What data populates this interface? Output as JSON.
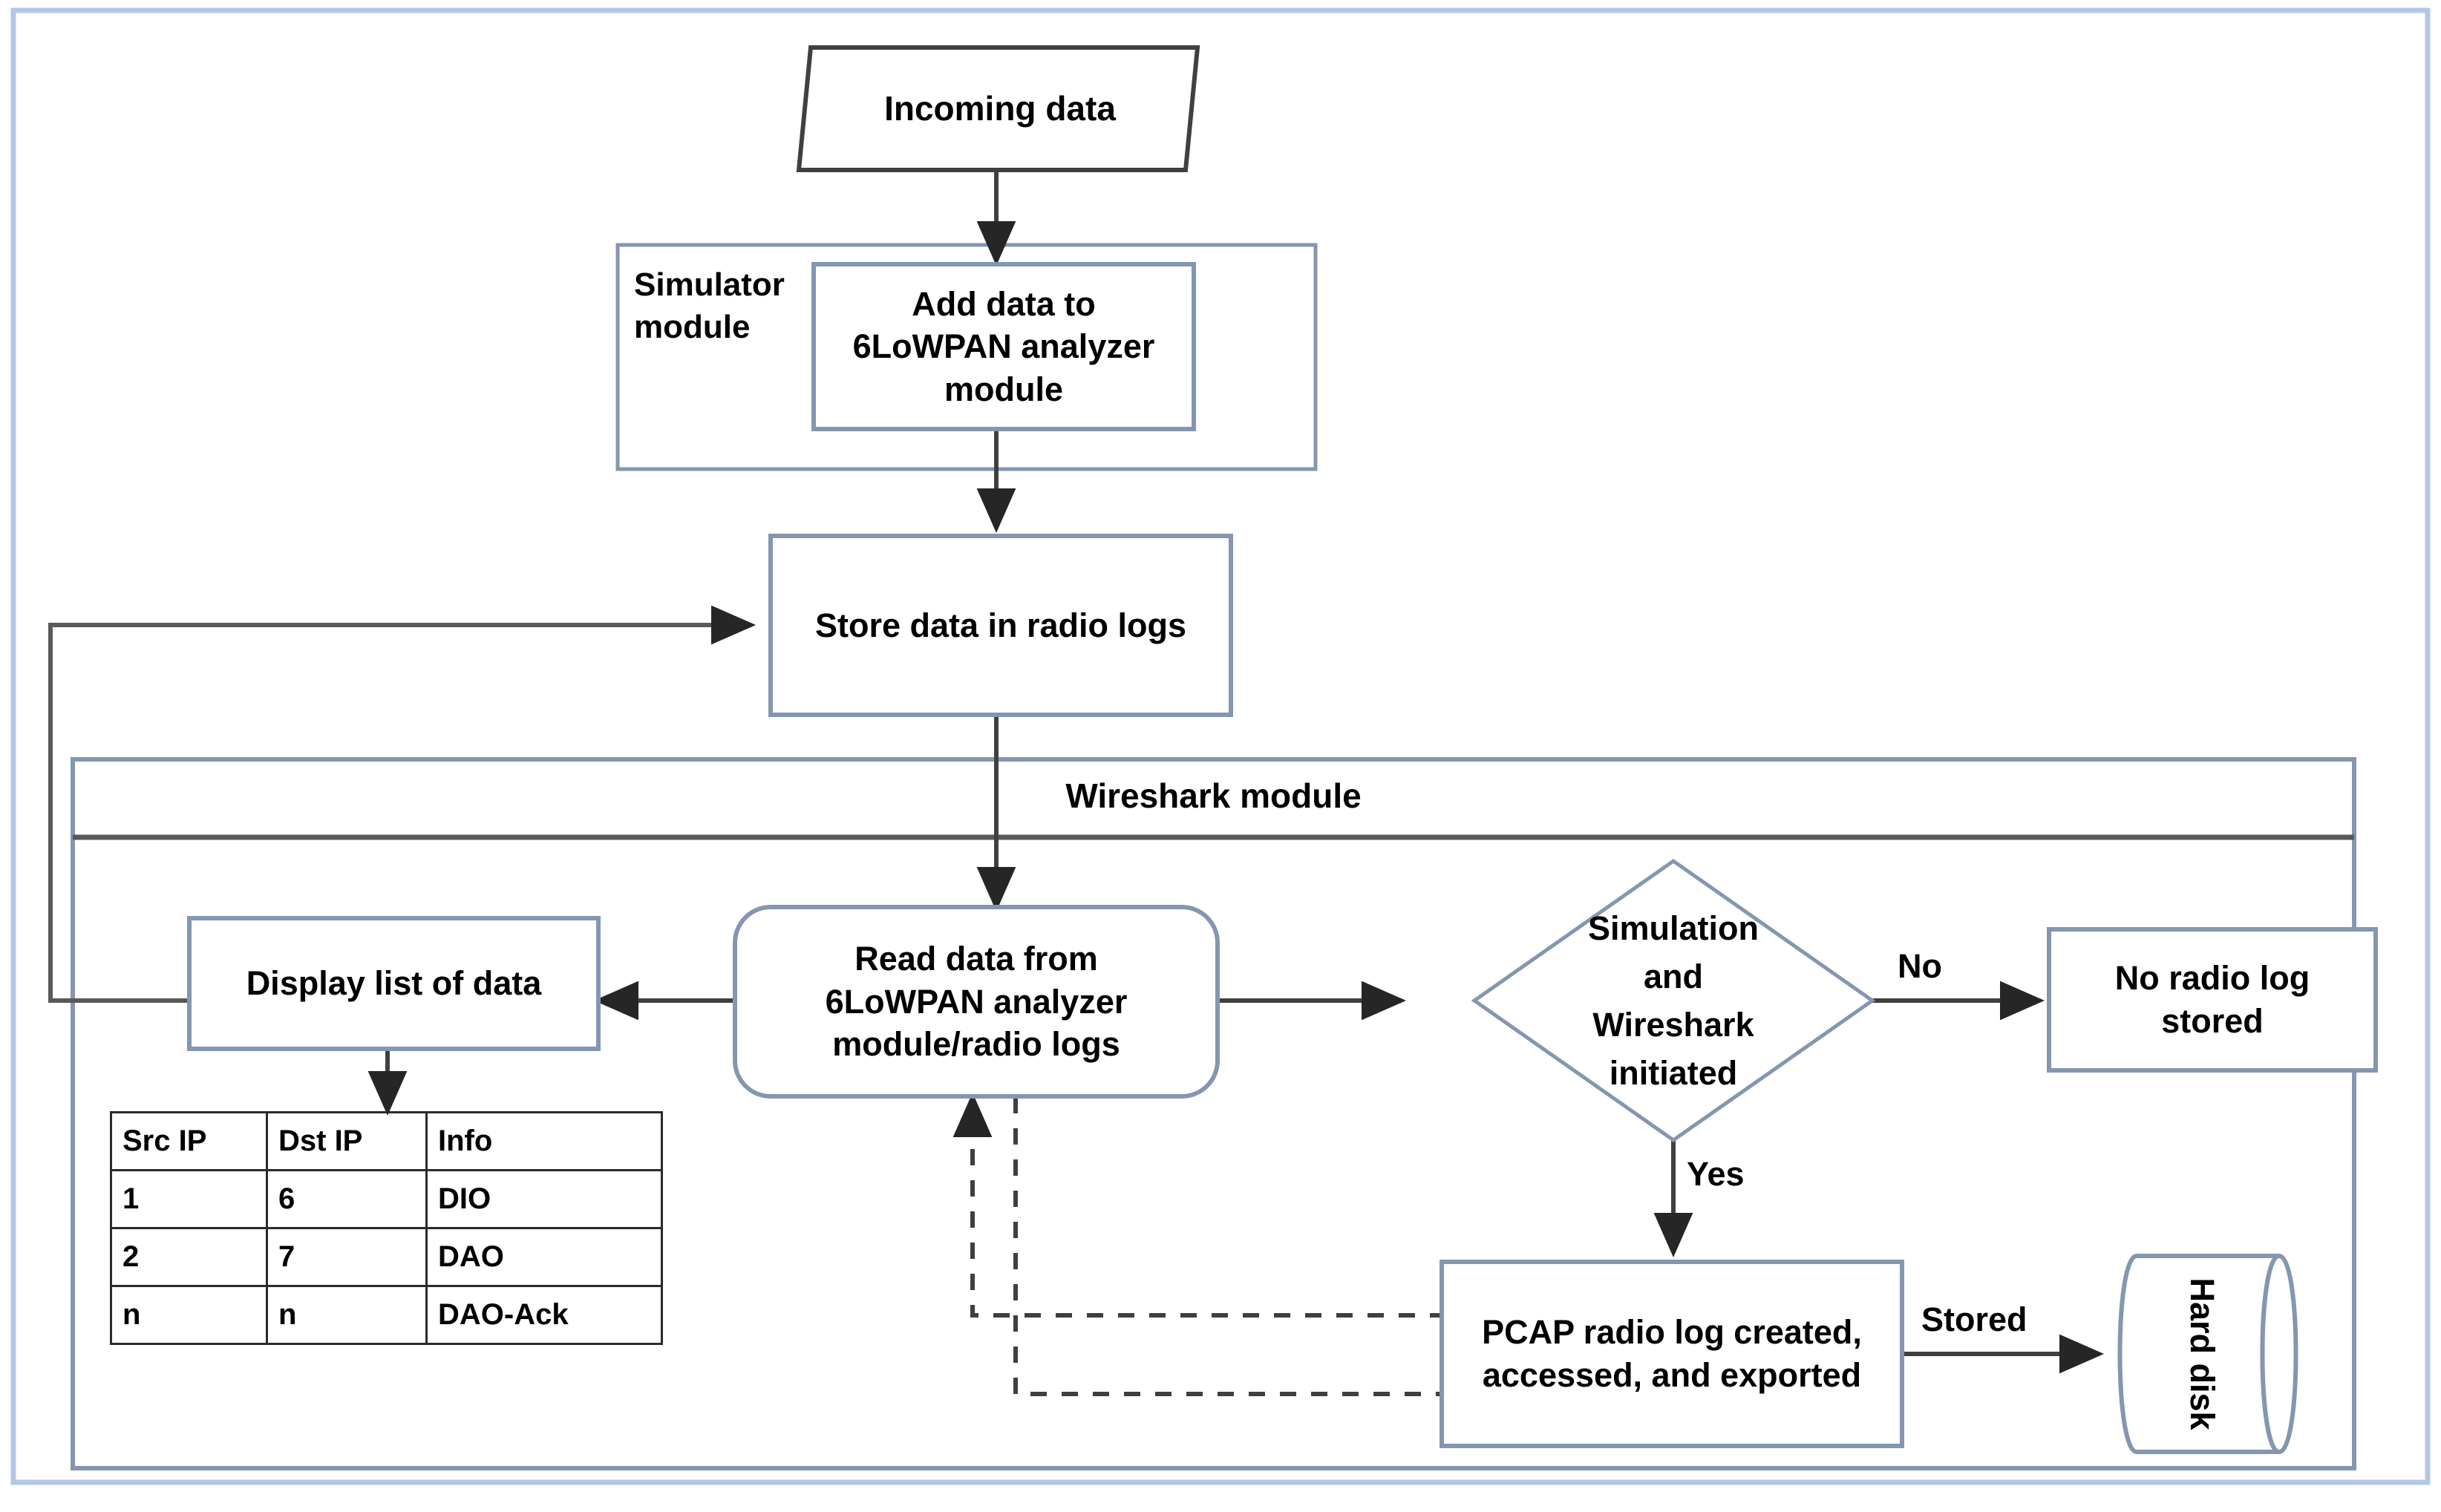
{
  "diagram": {
    "title": "6LoWPAN analyzer / Wireshark radio log flowchart",
    "colors": {
      "shape_stroke": "#8496b0",
      "arrow_stroke": "#404040",
      "container_stroke": "#8496b0",
      "divider_stroke": "#595959",
      "table_stroke": "#2b2b2b",
      "shape_fill": "#ffffff",
      "page_border": "#b4c6e7"
    },
    "containers": [
      {
        "id": "simulator-module",
        "label": "Simulator\nmodule"
      },
      {
        "id": "wireshark-module",
        "label": "Wireshark module"
      }
    ],
    "nodes": [
      {
        "id": "incoming-data",
        "shape": "parallelogram",
        "label": "Incoming data"
      },
      {
        "id": "add-data",
        "shape": "rect",
        "label": "Add data to\n6LoWPAN analyzer\nmodule"
      },
      {
        "id": "store-data",
        "shape": "rect",
        "label": "Store data in radio logs"
      },
      {
        "id": "read-data",
        "shape": "rounded-rect",
        "label": "Read data from\n6LoWPAN analyzer\nmodule/radio logs"
      },
      {
        "id": "display-list",
        "shape": "rect",
        "label": "Display list of data"
      },
      {
        "id": "decision",
        "shape": "diamond",
        "label": "Simulation\nand\nWireshark\ninitiated"
      },
      {
        "id": "no-radio-log",
        "shape": "rect",
        "label": "No radio log\nstored"
      },
      {
        "id": "pcap",
        "shape": "rect",
        "label": "PCAP radio log created,\naccessed, and exported"
      },
      {
        "id": "hard-disk",
        "shape": "cylinder",
        "label": "Hard disk"
      }
    ],
    "edge_labels": [
      {
        "id": "edge-no",
        "label": "No"
      },
      {
        "id": "edge-yes",
        "label": "Yes"
      },
      {
        "id": "edge-stored",
        "label": "Stored"
      }
    ],
    "table": {
      "headers": [
        "Src IP",
        "Dst IP",
        "Info"
      ],
      "rows": [
        [
          "1",
          "6",
          "DIO"
        ],
        [
          "2",
          "7",
          "DAO"
        ],
        [
          "n",
          "n",
          "DAO-Ack"
        ]
      ]
    }
  }
}
